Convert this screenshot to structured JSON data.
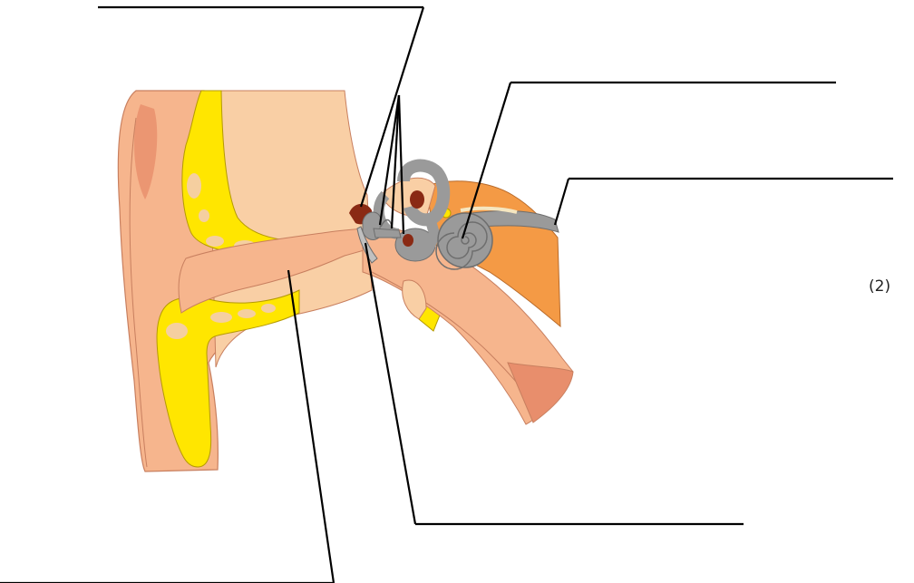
{
  "diagram": {
    "subject": "ear-cross-section",
    "marks": "(2)",
    "colors": {
      "skin": "#f6b58d",
      "skin_light": "#f9cfa5",
      "skin_dark": "#e88e6c",
      "cartilage": "#ffe600",
      "cartilage_spots": "#f5cfa0",
      "ossicles": "#8a2a14",
      "inner_ear": "#9a9a9a",
      "inner_ear_dark": "#6e6e6e",
      "bone": "#f49a45",
      "nerve": "#9a9a9a",
      "line": "#000000"
    },
    "label_lines": [
      {
        "id": "ossicles-label-line",
        "answer": ""
      },
      {
        "id": "cochlea-label-line",
        "answer": ""
      },
      {
        "id": "auditory-nerve-label-line",
        "answer": ""
      },
      {
        "id": "eardrum-label-line",
        "answer": ""
      },
      {
        "id": "ear-canal-label-line",
        "answer": ""
      }
    ]
  }
}
